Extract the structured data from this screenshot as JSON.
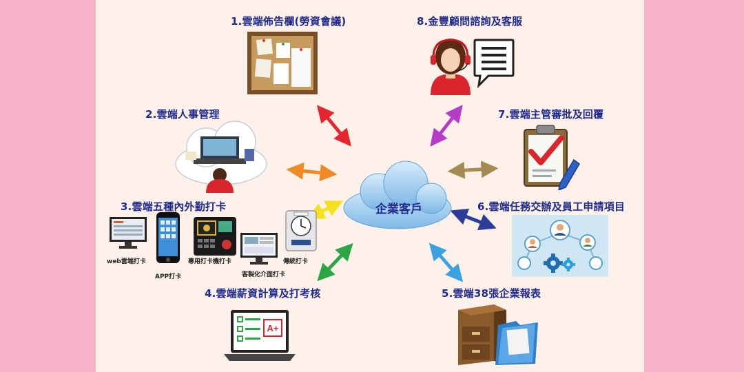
{
  "hub": {
    "label": "企業客戶"
  },
  "nodes": {
    "n1": "1.雲端佈告欄(勞資會議)",
    "n2": "2.雲端人事管理",
    "n3": "3.雲端五種內外勤打卡",
    "n4": "4.雲端薪資計算及打考核",
    "n5": "5.雲端38張企業報表",
    "n6": "6.雲端任務交辦及員工申請項目",
    "n7": "7.雲端主管審批及回覆",
    "n8": "8.金豐顧問諮詢及客服"
  },
  "clock_methods": {
    "web": "web雲端打卡",
    "app": "APP打卡",
    "device": "專用打卡機打卡",
    "custom": "客製化介面打卡",
    "traditional": "傳統打卡"
  },
  "grade_badge": "A+",
  "colors": {
    "arrow_red": "#e5262f",
    "arrow_purple": "#b43cc6",
    "arrow_orange": "#f08a24",
    "arrow_khaki": "#a58a52",
    "arrow_yellow": "#f3e21d",
    "arrow_navy": "#2b3d97",
    "arrow_green": "#2aa645",
    "arrow_sky": "#3aa3df",
    "label_blue": "#1f2a8c"
  }
}
